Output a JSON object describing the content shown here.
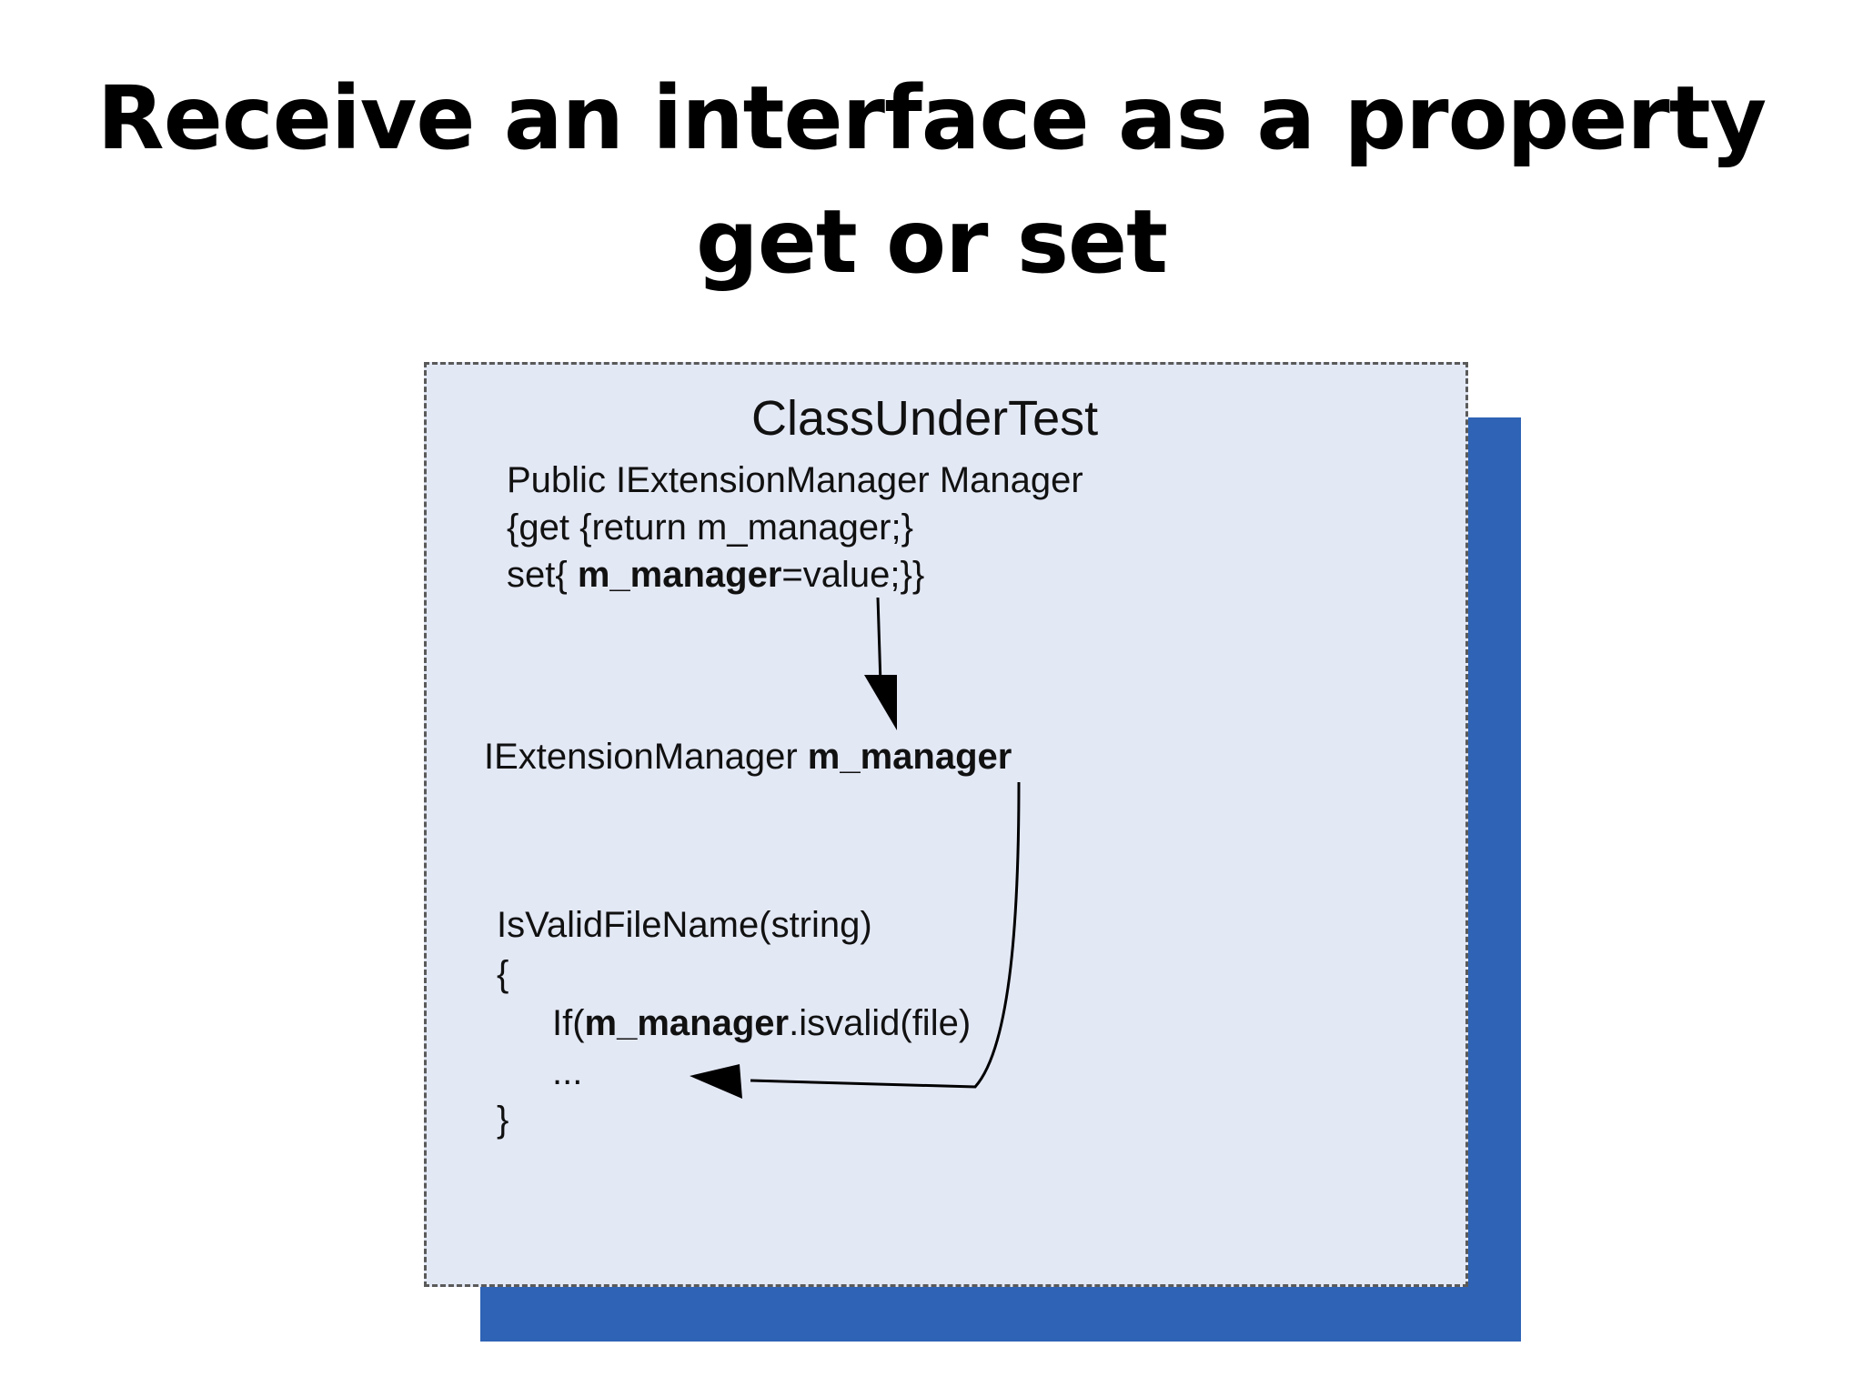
{
  "slide": {
    "title_line1": "Receive an interface as a property",
    "title_line2": "get or set"
  },
  "diagram": {
    "class_name": "ClassUnderTest",
    "property": {
      "line1": "Public IExtensionManager Manager",
      "line2": "{get {return m_manager;}",
      "line3_prefix": "set{ ",
      "line3_bold": "m_manager",
      "line3_suffix": "=value;}}"
    },
    "field": {
      "type": "IExtensionManager ",
      "name": "m_manager"
    },
    "method": {
      "signature": "IsValidFileName(string)",
      "open_brace": "{",
      "if_prefix": "If(",
      "if_bold": "m_manager",
      "if_suffix": ".isvalid(file)",
      "ellipsis": "...",
      "close_brace": "}"
    }
  },
  "colors": {
    "box_fill": "#e3e8f5",
    "box_border": "#5a5a5a",
    "shadow": "#2e63b5"
  }
}
